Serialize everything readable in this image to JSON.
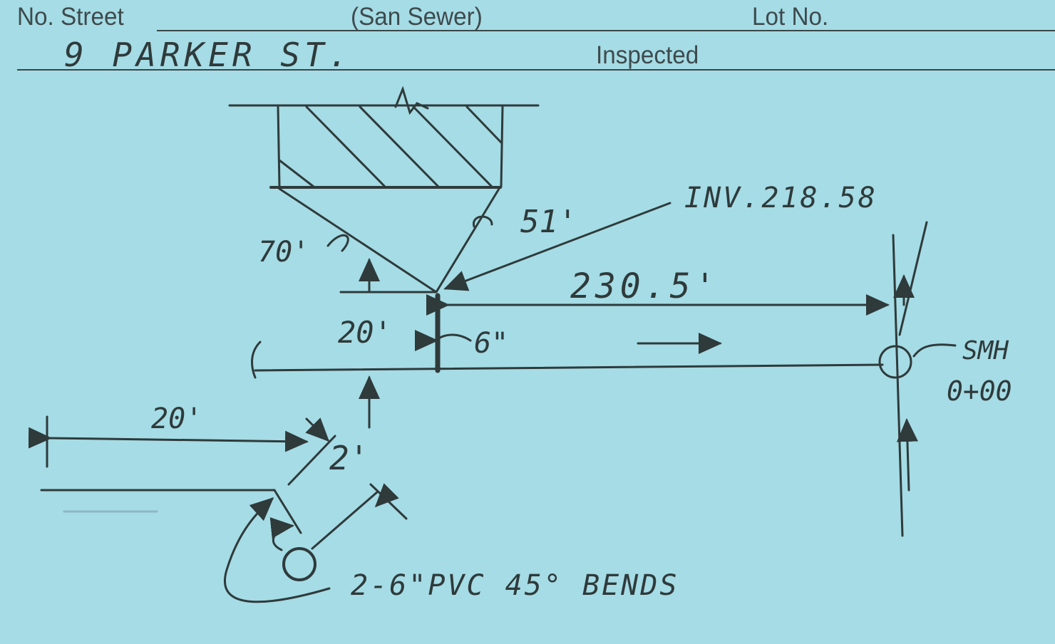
{
  "card": {
    "labels": {
      "street": "No. Street",
      "type": "(San Sewer)",
      "lot": "Lot No.",
      "inspected": "Inspected"
    },
    "address": "9 PARKER ST.",
    "colors": {
      "card": "#a5dce5",
      "ink": "#2f3a3b",
      "print": "#3e4a4d"
    }
  },
  "sketch": {
    "invert_label": "INV.218.58",
    "lateral_length": "51'",
    "house_offset": "70'",
    "main_distance": "230.5'",
    "depth_offset": "20'",
    "pipe_size": "6\"",
    "manhole_label": "SMH",
    "manhole_station": "0+00",
    "offset_left": "20'",
    "offset_small": "2'",
    "fittings_note": "2-6\"PVC 45° BENDS"
  }
}
